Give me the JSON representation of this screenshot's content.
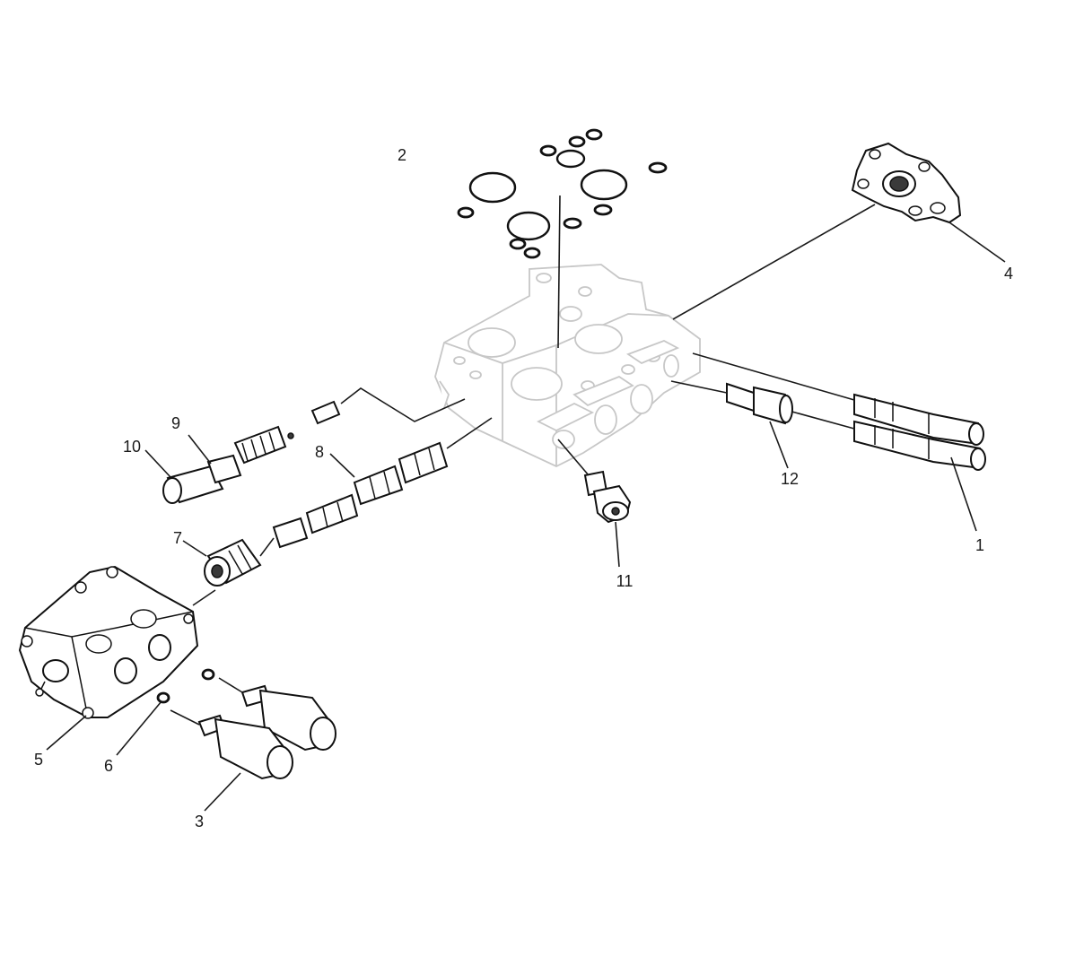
{
  "diagram": {
    "callouts": [
      {
        "id": "1",
        "text": "1"
      },
      {
        "id": "2",
        "text": "2"
      },
      {
        "id": "3",
        "text": "3"
      },
      {
        "id": "4",
        "text": "4"
      },
      {
        "id": "5",
        "text": "5"
      },
      {
        "id": "6",
        "text": "6"
      },
      {
        "id": "7",
        "text": "7"
      },
      {
        "id": "8",
        "text": "8"
      },
      {
        "id": "9",
        "text": "9"
      },
      {
        "id": "10",
        "text": "10"
      },
      {
        "id": "11",
        "text": "11"
      },
      {
        "id": "12",
        "text": "12"
      }
    ],
    "colors": {
      "line": "#111111",
      "ghost_body": "#c7c7c7",
      "background": "#ffffff"
    }
  }
}
